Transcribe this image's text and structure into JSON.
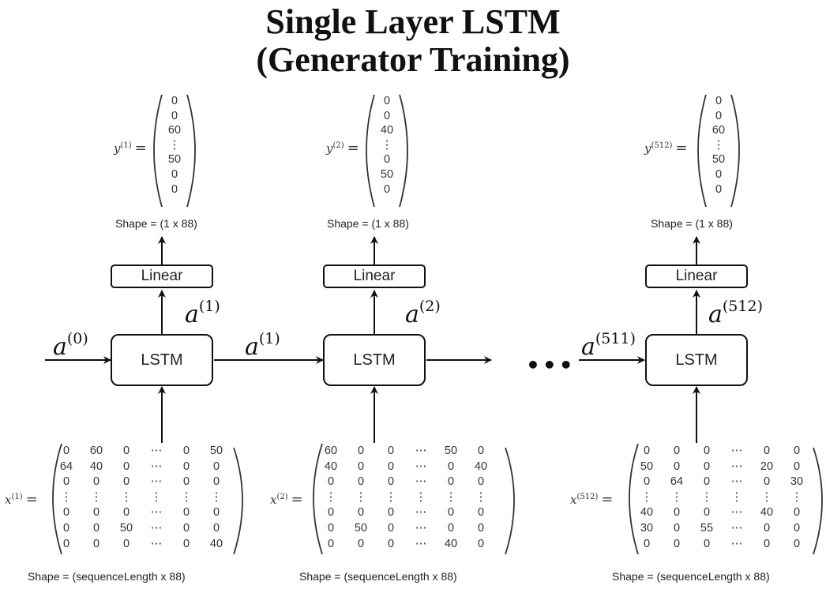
{
  "title": {
    "line1": "Single Layer LSTM",
    "line2": "(Generator Training)"
  },
  "steps": [
    {
      "lstm_label": "LSTM",
      "linear_label": "Linear",
      "input_hidden": {
        "base": "a",
        "index": "(0)"
      },
      "output_hidden_up": {
        "base": "a",
        "index": "(1)"
      },
      "output_hidden_right": {
        "base": "a",
        "index": "(1)"
      },
      "y": {
        "base": "y",
        "index": "(1)",
        "equals": "=",
        "values": [
          "0",
          "0",
          "60",
          "⋮",
          "50",
          "0",
          "0"
        ],
        "shape": "Shape = (1 x 88)"
      },
      "x": {
        "base": "x",
        "index": "(1)",
        "equals": "=",
        "rows": [
          [
            "0",
            "60",
            "0",
            "⋯",
            "0",
            "50"
          ],
          [
            "64",
            "40",
            "0",
            "⋯",
            "0",
            "0"
          ],
          [
            "0",
            "0",
            "0",
            "⋯",
            "0",
            "0"
          ],
          [
            "⋮",
            "⋮",
            "⋮",
            "⋮",
            "⋮",
            "⋮"
          ],
          [
            "0",
            "0",
            "0",
            "⋯",
            "0",
            "0"
          ],
          [
            "0",
            "0",
            "50",
            "⋯",
            "0",
            "0"
          ],
          [
            "0",
            "0",
            "0",
            "⋯",
            "0",
            "40"
          ]
        ],
        "shape": "Shape = (sequenceLength x 88)"
      }
    },
    {
      "lstm_label": "LSTM",
      "linear_label": "Linear",
      "output_hidden_up": {
        "base": "a",
        "index": "(2)"
      },
      "y": {
        "base": "y",
        "index": "(2)",
        "equals": "=",
        "values": [
          "0",
          "0",
          "40",
          "⋮",
          "0",
          "50",
          "0"
        ],
        "shape": "Shape = (1 x 88)"
      },
      "x": {
        "base": "x",
        "index": "(2)",
        "equals": "=",
        "rows": [
          [
            "60",
            "0",
            "0",
            "⋯",
            "50",
            "0"
          ],
          [
            "40",
            "0",
            "0",
            "⋯",
            "0",
            "40"
          ],
          [
            "0",
            "0",
            "0",
            "⋯",
            "0",
            "0"
          ],
          [
            "⋮",
            "⋮",
            "⋮",
            "⋮",
            "⋮",
            "⋮"
          ],
          [
            "0",
            "0",
            "0",
            "⋯",
            "0",
            "0"
          ],
          [
            "0",
            "50",
            "0",
            "⋯",
            "0",
            "0"
          ],
          [
            "0",
            "0",
            "0",
            "⋯",
            "40",
            "0"
          ]
        ],
        "shape": "Shape = (sequenceLength x 88)"
      }
    },
    {
      "lstm_label": "LSTM",
      "linear_label": "Linear",
      "input_hidden": {
        "base": "a",
        "index": "(511)"
      },
      "output_hidden_up": {
        "base": "a",
        "index": "(512)"
      },
      "y": {
        "base": "y",
        "index": "(512)",
        "equals": "=",
        "values": [
          "0",
          "0",
          "60",
          "⋮",
          "50",
          "0",
          "0"
        ],
        "shape": "Shape = (1 x 88)"
      },
      "x": {
        "base": "x",
        "index": "(512)",
        "equals": "=",
        "rows": [
          [
            "0",
            "0",
            "0",
            "⋯",
            "0",
            "0"
          ],
          [
            "50",
            "0",
            "0",
            "⋯",
            "20",
            "0"
          ],
          [
            "0",
            "64",
            "0",
            "⋯",
            "0",
            "30"
          ],
          [
            "⋮",
            "⋮",
            "⋮",
            "⋮",
            "⋮",
            "⋮"
          ],
          [
            "40",
            "0",
            "0",
            "⋯",
            "40",
            "0"
          ],
          [
            "30",
            "0",
            "55",
            "⋯",
            "0",
            "0"
          ],
          [
            "0",
            "0",
            "0",
            "⋯",
            "0",
            "0"
          ]
        ],
        "shape": "Shape = (sequenceLength x 88)"
      }
    }
  ],
  "ellipsis": "•••"
}
